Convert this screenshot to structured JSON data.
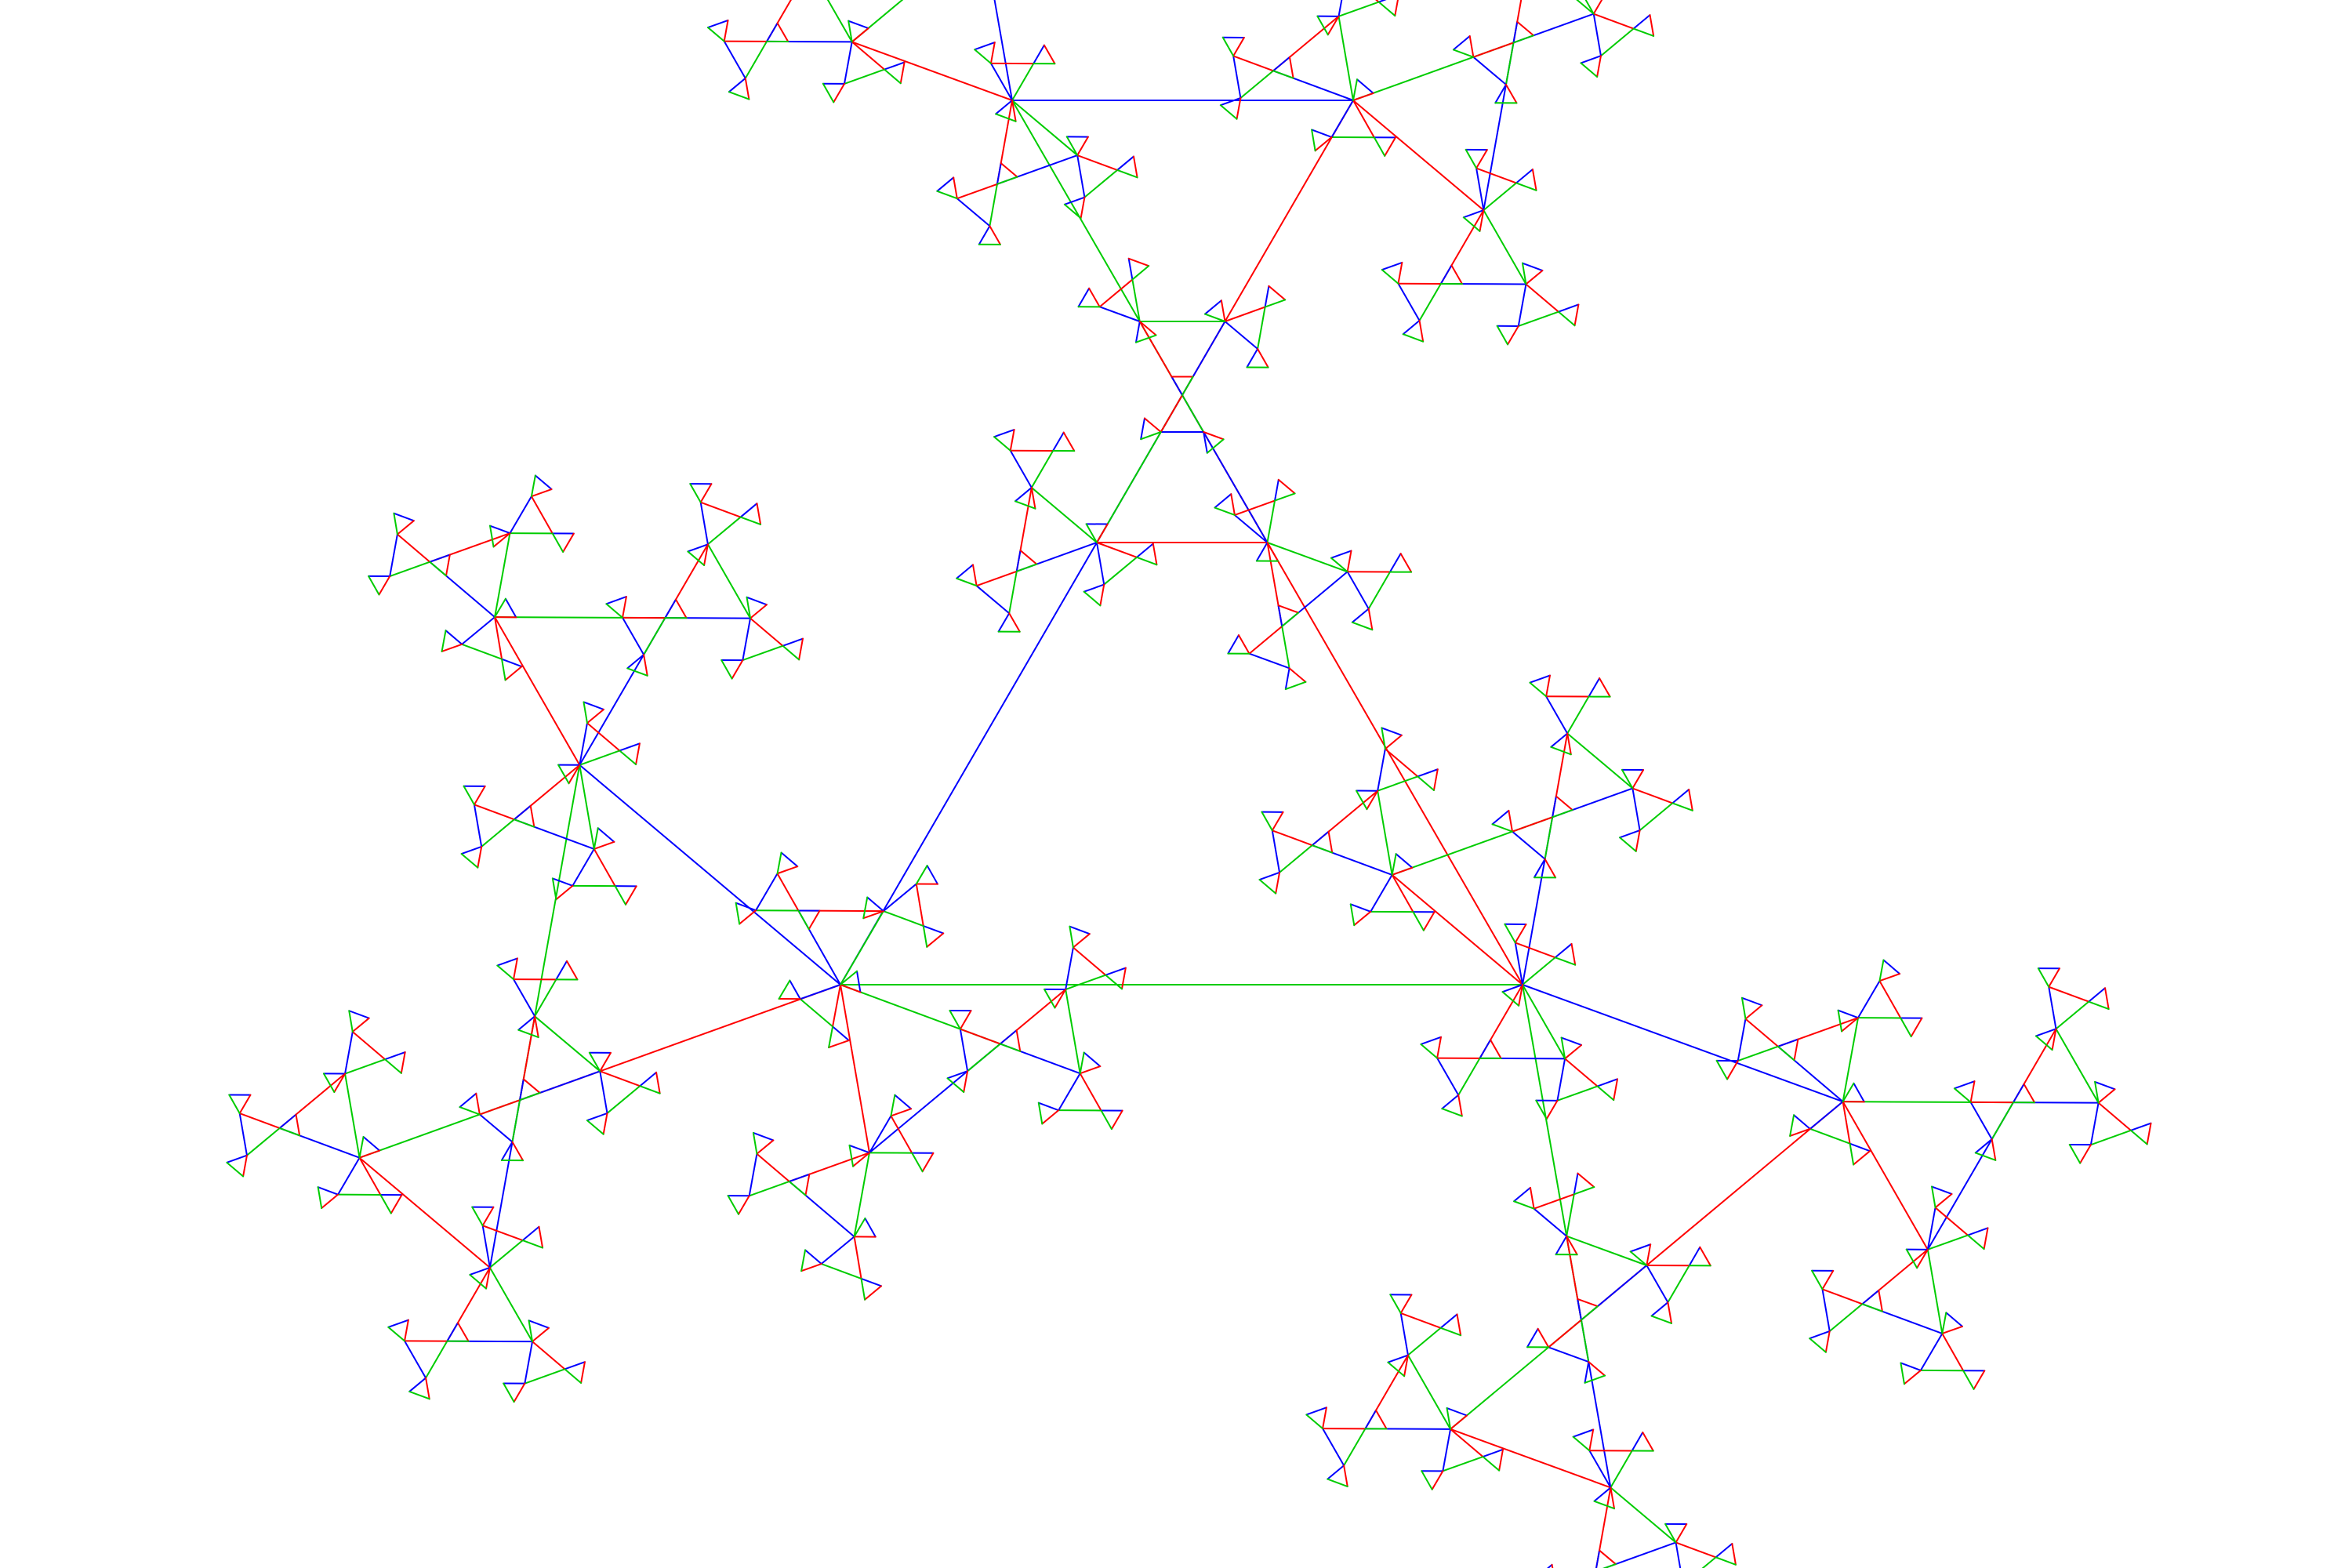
{
  "figure": {
    "kind": "recursive triangle fractal",
    "depth": 5,
    "background": "#ffffff",
    "edge_colors": [
      "#ff0000",
      "#00cc00",
      "#0000ff"
    ],
    "child_scale": 0.5,
    "child_rotation_deg": 180
  }
}
